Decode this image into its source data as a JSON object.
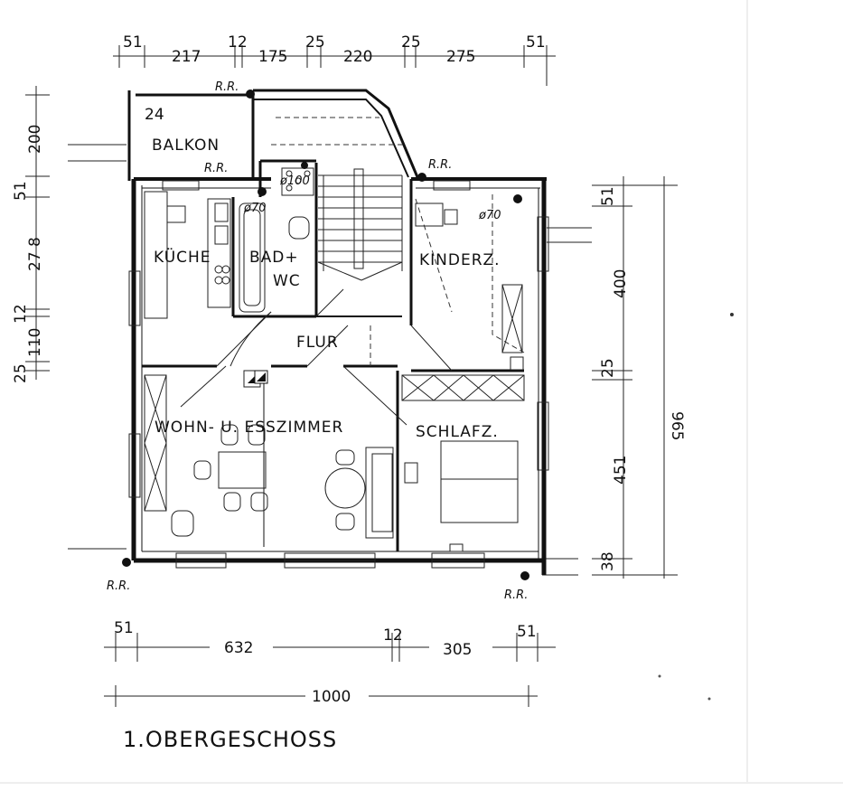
{
  "title": "1.OBERGESCHOSS",
  "rooms": {
    "balkon": "BALKON",
    "kueche": "KÜCHE",
    "bad": "BAD+",
    "wc": "WC",
    "kinderz": "KINDERZ.",
    "flur": "FLUR",
    "wohn": "WOHN- U. ESSZIMMER",
    "schlafz": "SCHLAFZ."
  },
  "annotations": {
    "rr": "R.R.",
    "d100": "ø100",
    "d70a": "ø70",
    "d70b": "ø70",
    "balkon_depth": "24"
  },
  "dims_top": [
    "51",
    "217",
    "12",
    "175",
    "25",
    "220",
    "25",
    "275",
    "51"
  ],
  "dims_left": [
    "200",
    "51",
    "27 8",
    "12",
    "110",
    "25"
  ],
  "dims_right": [
    "51",
    "400",
    "25",
    "451",
    "38",
    "965"
  ],
  "dims_bottom": [
    "51",
    "632",
    "12",
    "305",
    "51"
  ],
  "dims_total": "1000"
}
